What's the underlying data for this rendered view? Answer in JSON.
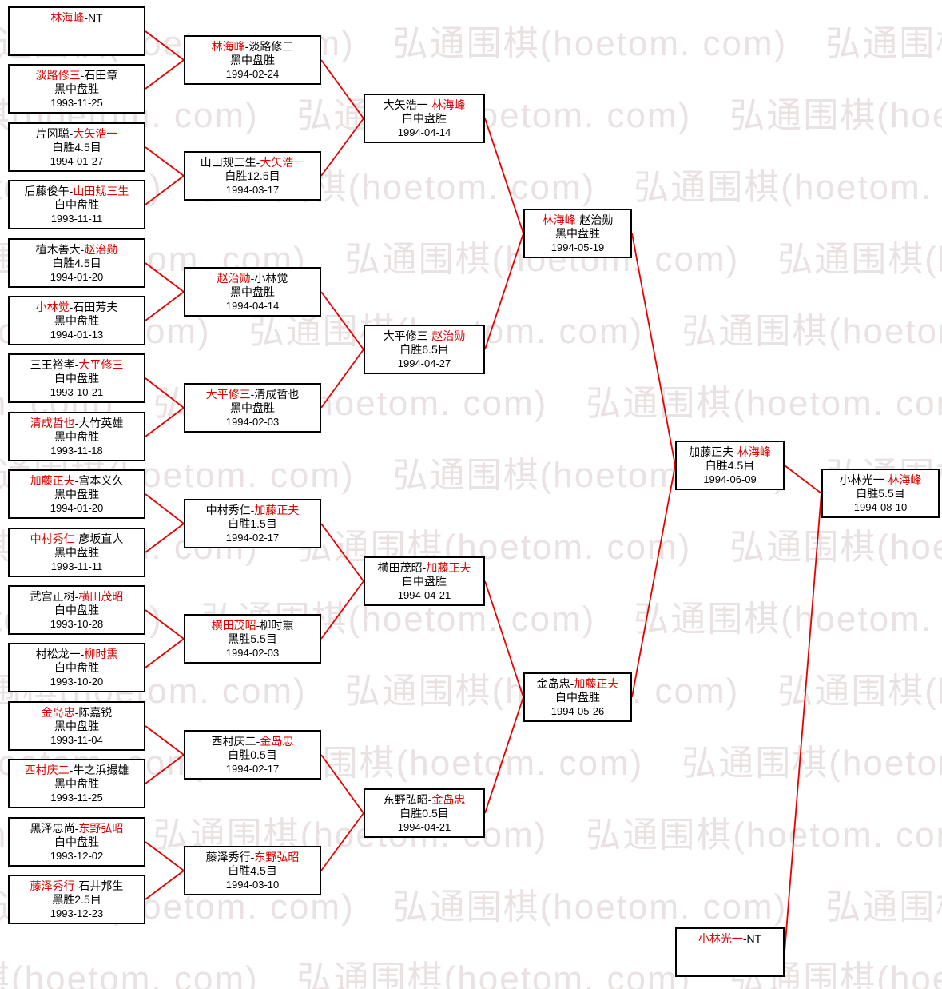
{
  "colors": {
    "accent_red": "#dd0000",
    "connector": "#e60000",
    "watermark": "#eae2e2",
    "box_border": "#000000",
    "box_bg": "#ffffff"
  },
  "watermark": {
    "text": "弘通围棋(hoetom. com)"
  },
  "bracket": {
    "separator": "-",
    "rounds": [
      {
        "name": "round-1",
        "matches": [
          {
            "p1": "林海峰",
            "p2": "NT",
            "red_player": 1,
            "result": "",
            "date": ""
          },
          {
            "p1": "淡路修三",
            "p2": "石田章",
            "red_player": 1,
            "result": "黑中盘胜",
            "date": "1993-11-25"
          },
          {
            "p1": "片冈聪",
            "p2": "大矢浩一",
            "red_player": 2,
            "result": "白胜4.5目",
            "date": "1994-01-27"
          },
          {
            "p1": "后藤俊午",
            "p2": "山田规三生",
            "red_player": 2,
            "result": "白中盘胜",
            "date": "1993-11-11"
          },
          {
            "p1": "植木善大",
            "p2": "赵治勋",
            "red_player": 2,
            "result": "白胜4.5目",
            "date": "1994-01-20"
          },
          {
            "p1": "小林觉",
            "p2": "石田芳夫",
            "red_player": 1,
            "result": "黑中盘胜",
            "date": "1994-01-13"
          },
          {
            "p1": "三王裕孝",
            "p2": "大平修三",
            "red_player": 2,
            "result": "白中盘胜",
            "date": "1993-10-21"
          },
          {
            "p1": "清成哲也",
            "p2": "大竹英雄",
            "red_player": 1,
            "result": "黑中盘胜",
            "date": "1993-11-18"
          },
          {
            "p1": "加藤正夫",
            "p2": "宫本义久",
            "red_player": 1,
            "result": "黑中盘胜",
            "date": "1994-01-20"
          },
          {
            "p1": "中村秀仁",
            "p2": "彦坂直人",
            "red_player": 1,
            "result": "黑中盘胜",
            "date": "1993-11-11"
          },
          {
            "p1": "武宫正树",
            "p2": "横田茂昭",
            "red_player": 2,
            "result": "白中盘胜",
            "date": "1993-10-28"
          },
          {
            "p1": "村松龙一",
            "p2": "柳时熏",
            "red_player": 2,
            "result": "白中盘胜",
            "date": "1993-10-20"
          },
          {
            "p1": "金岛忠",
            "p2": "陈嘉锐",
            "red_player": 1,
            "result": "黑中盘胜",
            "date": "1993-11-04"
          },
          {
            "p1": "西村庆二",
            "p2": "牛之浜撮雄",
            "red_player": 1,
            "result": "黑中盘胜",
            "date": "1993-11-25"
          },
          {
            "p1": "黑泽忠尚",
            "p2": "东野弘昭",
            "red_player": 2,
            "result": "白中盘胜",
            "date": "1993-12-02"
          },
          {
            "p1": "藤泽秀行",
            "p2": "石井邦生",
            "red_player": 1,
            "result": "黑胜2.5目",
            "date": "1993-12-23"
          }
        ]
      },
      {
        "name": "round-2",
        "matches": [
          {
            "p1": "林海峰",
            "p2": "淡路修三",
            "red_player": 1,
            "result": "黑中盘胜",
            "date": "1994-02-24"
          },
          {
            "p1": "山田规三生",
            "p2": "大矢浩一",
            "red_player": 2,
            "result": "白胜12.5目",
            "date": "1994-03-17"
          },
          {
            "p1": "赵治勋",
            "p2": "小林觉",
            "red_player": 1,
            "result": "黑中盘胜",
            "date": "1994-04-14"
          },
          {
            "p1": "大平修三",
            "p2": "清成哲也",
            "red_player": 1,
            "result": "黑中盘胜",
            "date": "1994-02-03"
          },
          {
            "p1": "中村秀仁",
            "p2": "加藤正夫",
            "red_player": 2,
            "result": "白胜1.5目",
            "date": "1994-02-17"
          },
          {
            "p1": "横田茂昭",
            "p2": "柳时熏",
            "red_player": 1,
            "result": "黑胜5.5目",
            "date": "1994-02-03"
          },
          {
            "p1": "西村庆二",
            "p2": "金岛忠",
            "red_player": 2,
            "result": "白胜0.5目",
            "date": "1994-02-17"
          },
          {
            "p1": "藤泽秀行",
            "p2": "东野弘昭",
            "red_player": 2,
            "result": "白胜4.5目",
            "date": "1994-03-10"
          }
        ]
      },
      {
        "name": "round-3",
        "matches": [
          {
            "p1": "大矢浩一",
            "p2": "林海峰",
            "red_player": 2,
            "result": "白中盘胜",
            "date": "1994-04-14"
          },
          {
            "p1": "大平修三",
            "p2": "赵治勋",
            "red_player": 2,
            "result": "白胜6.5目",
            "date": "1994-04-27"
          },
          {
            "p1": "横田茂昭",
            "p2": "加藤正夫",
            "red_player": 2,
            "result": "白中盘胜",
            "date": "1994-04-21"
          },
          {
            "p1": "东野弘昭",
            "p2": "金岛忠",
            "red_player": 2,
            "result": "白胜0.5目",
            "date": "1994-04-21"
          }
        ]
      },
      {
        "name": "round-4",
        "matches": [
          {
            "p1": "林海峰",
            "p2": "赵治勋",
            "red_player": 1,
            "result": "黑中盘胜",
            "date": "1994-05-19"
          },
          {
            "p1": "金岛忠",
            "p2": "加藤正夫",
            "red_player": 2,
            "result": "白中盘胜",
            "date": "1994-05-26"
          }
        ]
      },
      {
        "name": "round-5",
        "matches": [
          {
            "p1": "加藤正夫",
            "p2": "林海峰",
            "red_player": 2,
            "result": "白胜4.5目",
            "date": "1994-06-09"
          }
        ]
      },
      {
        "name": "final",
        "matches": [
          {
            "p1": "小林光一",
            "p2": "林海峰",
            "red_player": 2,
            "result": "白胜5.5目",
            "date": "1994-08-10"
          }
        ]
      }
    ],
    "seed": {
      "p1": "小林光一",
      "p2": "NT",
      "red_player": 1,
      "result": "",
      "date": ""
    }
  }
}
